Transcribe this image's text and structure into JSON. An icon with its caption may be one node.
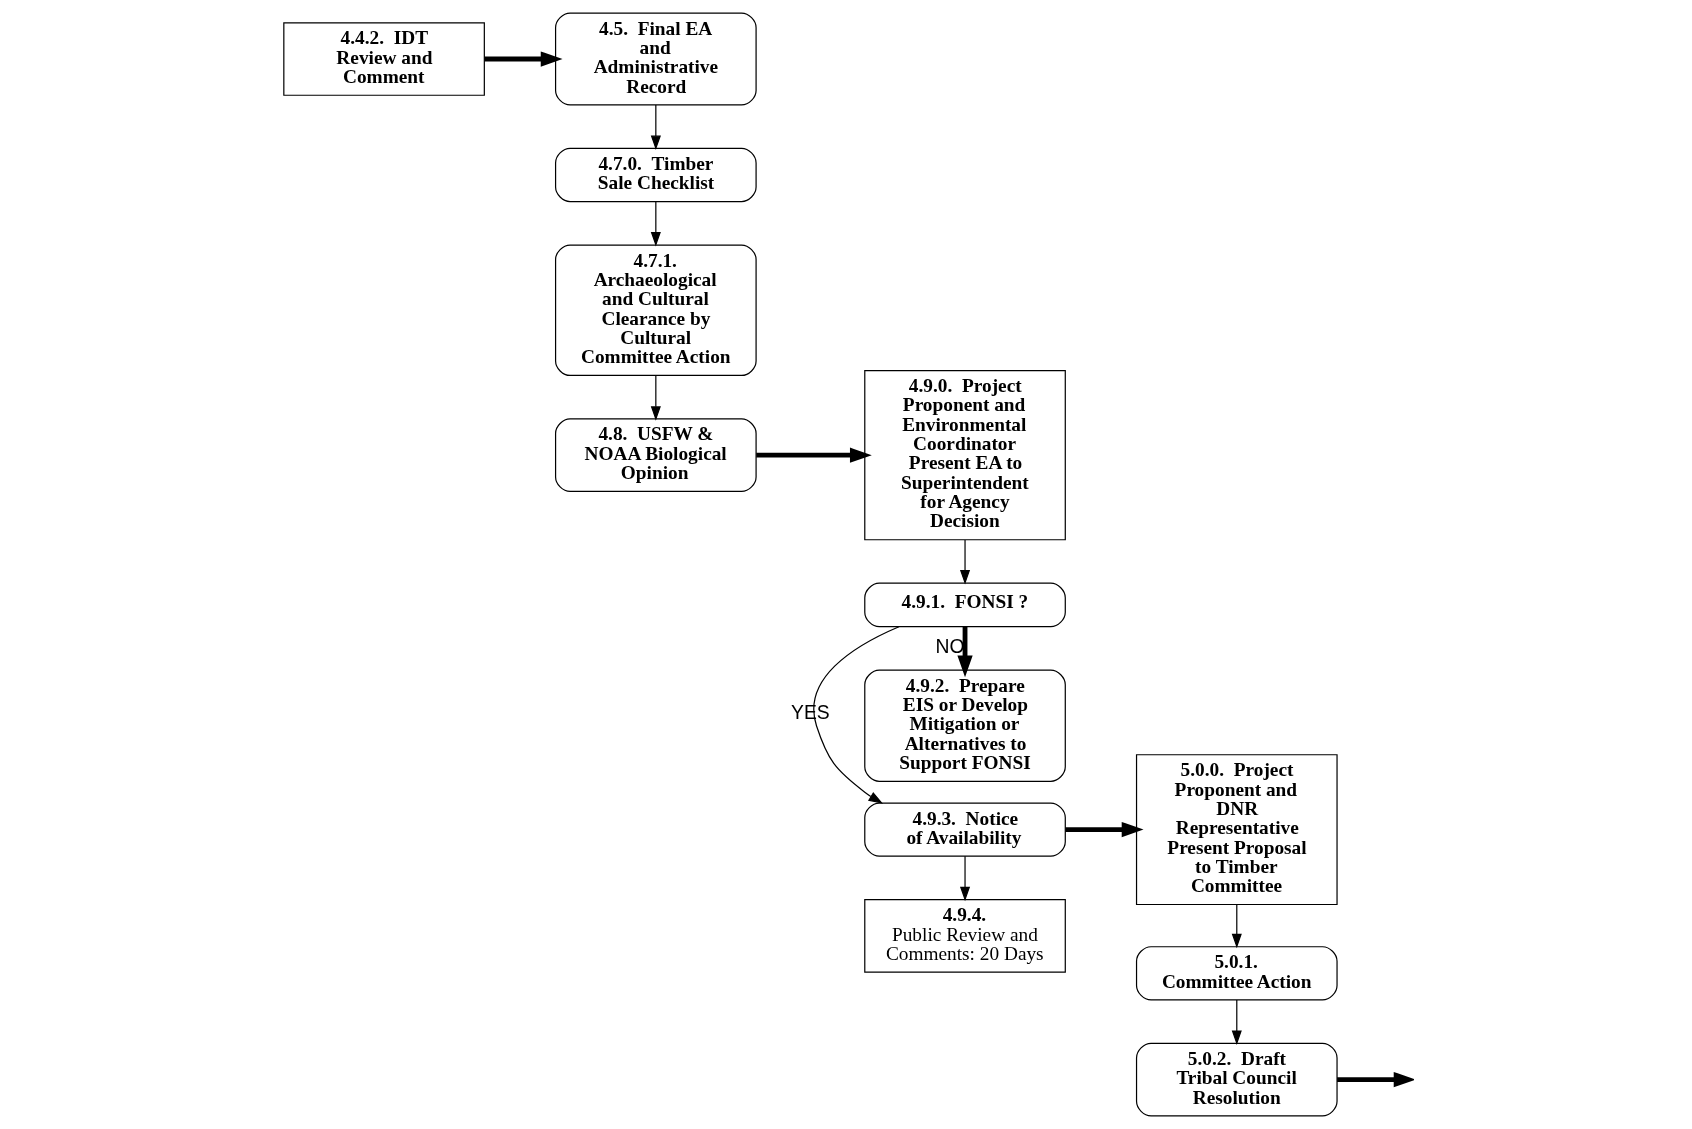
{
  "diagram": {
    "nodes": [
      {
        "text": [
          "4.4.2.  IDT Review and Comment"
        ]
      },
      {
        "text": [
          "4.5.  Final EA and Administrative Record"
        ]
      },
      {
        "text": [
          "4.7.0.  Timber Sale Checklist"
        ]
      },
      {
        "text": [
          "4.7.1.  Archaeological and Cultural Clearance by Cultural Committee Action"
        ]
      },
      {
        "text": [
          "4.8.  USFW & NOAA Biological Opinion"
        ]
      },
      {
        "text": [
          "4.9.0.  Project Proponent and Environmental Coordinator Present EA to Superintendent for Agency Decision"
        ]
      },
      {
        "text": [
          "4.9.1.  FONSI ?"
        ]
      },
      {
        "text": [
          "4.9.3.  Notice of Availability"
        ]
      },
      {
        "text": [
          "4.9.4.",
          "Public Review and Comments: 20 Days"
        ]
      },
      {
        "text": [
          "4.9.2.  Prepare EIS or Develop Mitigation or Alternatives to Support FONSI"
        ]
      },
      {
        "text": [
          "5.0.0.  Project Proponent and DNR Representative Present Proposal to Timber Committee"
        ]
      },
      {
        "text": [
          "5.0.1.  Committee Action"
        ]
      },
      {
        "text": [
          "5.0.2.  Draft Tribal Council Resolution"
        ]
      }
    ],
    "edges": [
      {
        "from": 0,
        "to": 1,
        "arrow": "to",
        "style": "thick"
      },
      {
        "from": 1,
        "to": 2,
        "arrow": "to"
      },
      {
        "from": 2,
        "to": 3,
        "arrow": "to"
      },
      {
        "from": 3,
        "to": 4,
        "arrow": "to"
      },
      {
        "from": 4,
        "to": 5,
        "arrow": "to",
        "style": "thick"
      },
      {
        "from": 5,
        "to": 6,
        "arrow": "to"
      },
      {
        "from": 6,
        "to": 7,
        "arrow": "to",
        "label": "YES"
      },
      {
        "from": 6,
        "to": 9,
        "arrow": "to",
        "label": "NO",
        "style": "thick"
      },
      {
        "from": 7,
        "to": 8,
        "arrow": "to"
      },
      {
        "from": 7,
        "to": 10,
        "arrow": "to",
        "style": "thick"
      },
      {
        "from": 10,
        "to": 11,
        "arrow": "to"
      },
      {
        "from": 11,
        "to": 12,
        "arrow": "to"
      },
      {
        "from": 12,
        "to": null,
        "arrow": "to",
        "style": "thick"
      }
    ]
  }
}
